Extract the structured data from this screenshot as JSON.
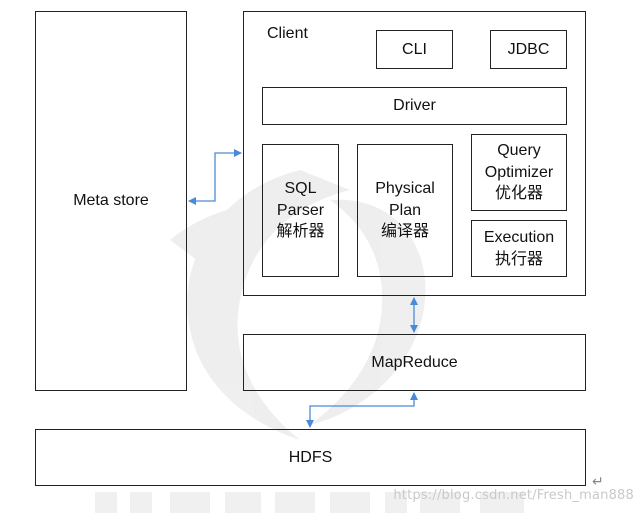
{
  "nodes": {
    "metastore": "Meta store",
    "client": "Client",
    "cli": "CLI",
    "jdbc": "JDBC",
    "driver": "Driver",
    "sql_parser": [
      "SQL",
      "Parser",
      "解析器"
    ],
    "physical_plan": [
      "Physical",
      "Plan",
      "编译器"
    ],
    "query_optimizer": [
      "Query",
      "Optimizer",
      "优化器"
    ],
    "execution": [
      "Execution",
      "执行器"
    ],
    "mapreduce": "MapReduce",
    "hdfs": "HDFS"
  },
  "watermark": "https://blog.csdn.net/Fresh_man888",
  "return_mark": "↵",
  "colors": {
    "arrow": "#4a8bd6",
    "border": "#222222",
    "watermark": "#e6e6e6"
  }
}
